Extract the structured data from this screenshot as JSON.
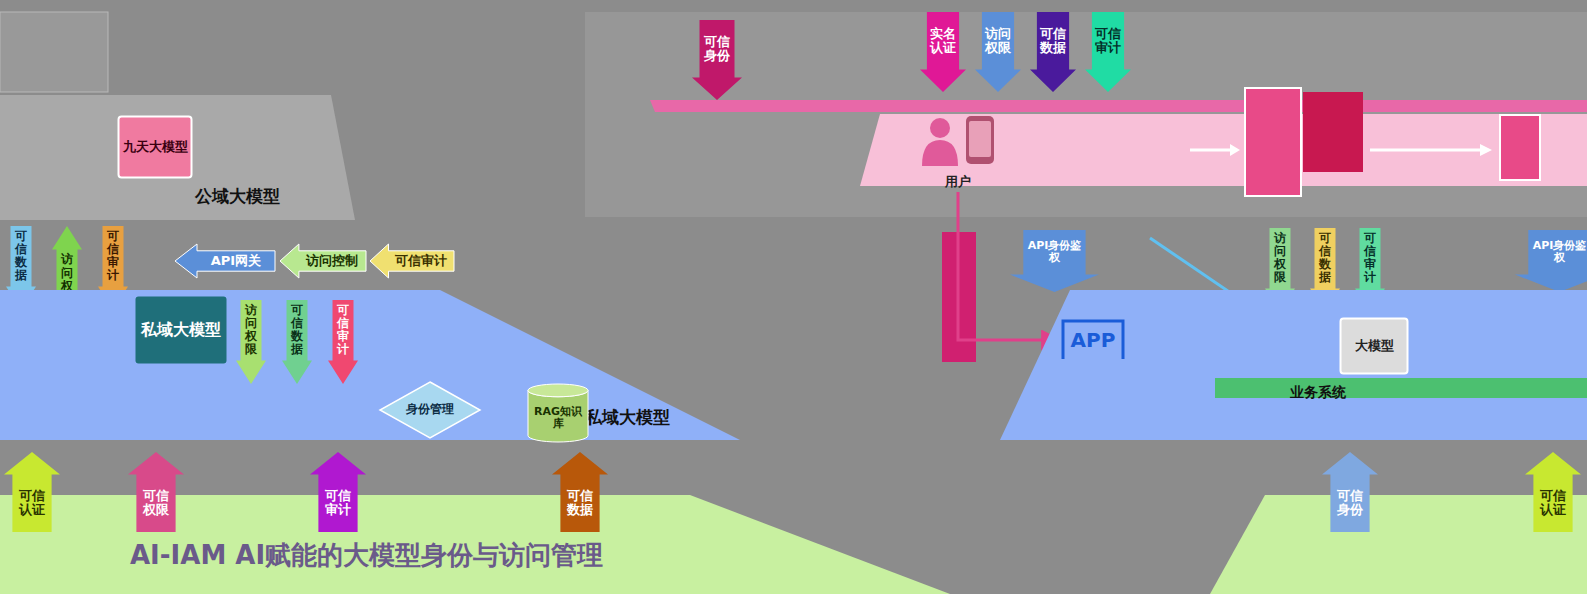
{
  "diagram": {
    "nodes": [
      {
        "text": [
          "公域大模型"
        ]
      },
      {
        "text": [
          "九天大模型"
        ],
        "in": 0
      },
      {
        "text": [
          "可信身份"
        ]
      },
      {
        "text": [
          "实名认证"
        ]
      },
      {
        "text": [
          "访问权限"
        ]
      },
      {
        "text": [
          "可信数据"
        ]
      },
      {
        "text": [
          "可信审计"
        ]
      },
      {
        "text": [
          "用户"
        ]
      },
      {
        "text": [
          "可信数据"
        ]
      },
      {
        "text": [
          "访问权限"
        ]
      },
      {
        "text": [
          "可信审计"
        ]
      },
      {
        "text": [
          "API网关"
        ]
      },
      {
        "text": [
          "访问控制"
        ]
      },
      {
        "text": [
          "可信审计"
        ]
      },
      {
        "text": [
          "私域大模型"
        ]
      },
      {
        "text": [
          "私域大模型"
        ],
        "in": 14
      },
      {
        "text": [
          "访问权限"
        ],
        "in": 14
      },
      {
        "text": [
          "可信数据"
        ],
        "in": 14
      },
      {
        "text": [
          "可信审计"
        ],
        "in": 14
      },
      {
        "text": [
          "身份管理"
        ],
        "in": 14
      },
      {
        "text": [
          "RAG知识库"
        ],
        "in": 14
      },
      {
        "text": [
          "API身份鉴权"
        ]
      },
      {
        "text": [
          "访问权限"
        ]
      },
      {
        "text": [
          "可信数据"
        ]
      },
      {
        "text": [
          "可信审计"
        ]
      },
      {
        "text": [
          "API身份鉴权"
        ]
      },
      {
        "text": [
          "业务系统"
        ]
      },
      {
        "text": [
          "APP"
        ],
        "in": 26
      },
      {
        "text": [
          "大模型"
        ],
        "in": 26
      },
      {
        "text": [
          "AI-IAM AI赋能的大模型身份与访问管理"
        ]
      },
      {
        "text": [
          "可信认证"
        ]
      },
      {
        "text": [
          "可信权限"
        ]
      },
      {
        "text": [
          "可信审计"
        ]
      },
      {
        "text": [
          "可信数据"
        ]
      },
      {
        "text": [
          "可信身份"
        ]
      },
      {
        "text": [
          "可信认证"
        ]
      }
    ],
    "edges": [
      {
        "from": 7,
        "to": 27,
        "arrow": "to"
      },
      {
        "from": 27,
        "to": 28,
        "arrow": "to"
      },
      {
        "from": 15,
        "to": 19,
        "arrow": "to"
      },
      {
        "from": 19,
        "to": 20,
        "arrow": "to"
      }
    ]
  }
}
